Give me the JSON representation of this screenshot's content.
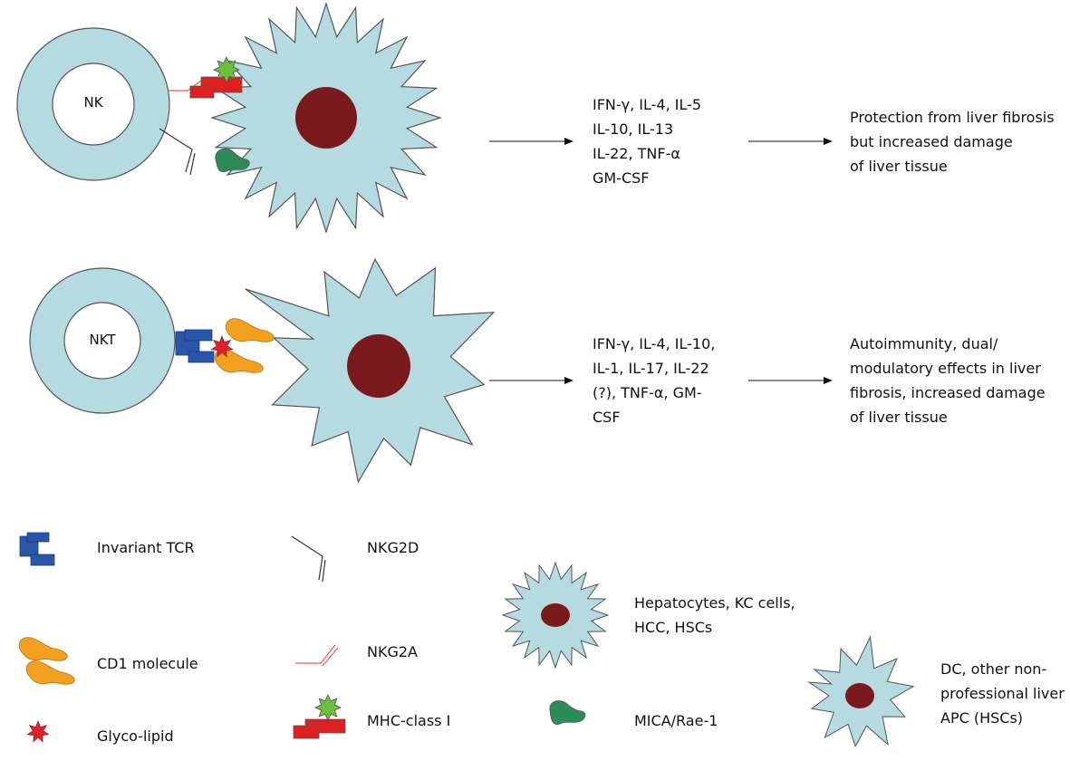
{
  "panel_nk": {
    "cell_label": "NK",
    "cytokines": [
      "IFN-γ, IL-4, IL-5",
      "IL-10, IL-13",
      "IL-22, TNF-α",
      "GM-CSF"
    ],
    "outcome": [
      "Protection from liver fibrosis",
      "but increased damage",
      "of liver tissue"
    ]
  },
  "panel_nkt": {
    "cell_label": "NKT",
    "cytokines": [
      "IFN-γ, IL-4, IL-10,",
      "IL-1, IL-17, IL-22",
      "(?), TNF-α, GM-",
      "CSF"
    ],
    "outcome": [
      "Autoimmunity, dual/",
      "modulatory effects in liver",
      "fibrosis, increased damage",
      "of liver tissue"
    ]
  },
  "legend": {
    "invariant_tcr": "Invariant TCR",
    "cd1": "CD1 molecule",
    "glycolipid": "Glyco-lipid",
    "nkg2d": "NKG2D",
    "nkg2a": "NKG2A",
    "mhc": "MHC-class Ⅰ",
    "hepatocytes": [
      "Hepatocytes, KC cells,",
      "HCC, HSCs"
    ],
    "mica": "MICA/Rae-1",
    "dc": [
      "DC, other non-",
      "professional liver",
      "APC (HSCs)"
    ]
  },
  "colors": {
    "cell_fill": "#b5dbe0",
    "nucleus": "#7a1a1e",
    "tcr": "#2a56a8",
    "cd1": "#f2a020",
    "glycolipid": "#e0202a",
    "mhc_red": "#e02020",
    "mhc_green": "#6cbe3c",
    "mica": "#2e8c5a",
    "nkg2a": "#e8604a"
  }
}
